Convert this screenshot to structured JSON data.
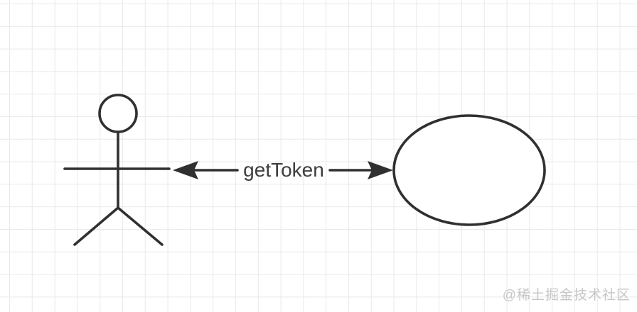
{
  "colors": {
    "stroke": "#303030",
    "label": "#3d3d3d",
    "grid": "#e9e9e9",
    "bg": "#ffffff",
    "watermark": "#c6c6c6"
  },
  "diagram": {
    "type": "uml-use-case",
    "arrow": {
      "label": "getToken",
      "direction": "double-headed"
    },
    "actor": {
      "label": ""
    },
    "use_case": {
      "label": ""
    }
  },
  "watermark": {
    "text": "@稀土掘金技术社区"
  }
}
